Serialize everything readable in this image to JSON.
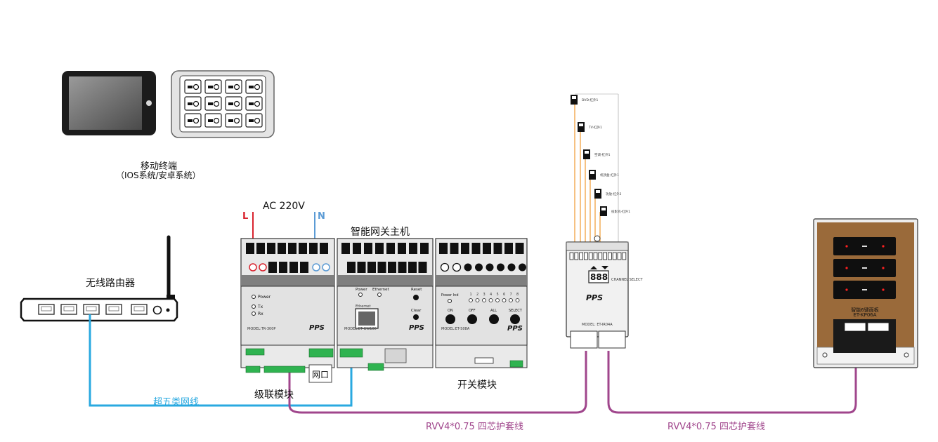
{
  "labels": {
    "mobile_terminal": "移动终端",
    "mobile_os": "（IOS系统/安卓系统）",
    "wireless_router": "无线路由器",
    "ac_voltage": "AC 220V",
    "live": "L",
    "neutral": "N",
    "gateway_host": "智能网关主机",
    "cascade_module": "级联模块",
    "switch_module": "开关模块",
    "network_port": "网口",
    "cat5e_cable": "超五类网线",
    "rvv_cable_1": "RVV4*0.75 四芯护套线",
    "rvv_cable_2": "RVV4*0.75 四芯护套线",
    "panel_name": "智能6键面板",
    "panel_model": "ET-KP06A"
  },
  "brand": "PPS",
  "modules": {
    "power": {
      "led_labels": [
        "Power",
        "Tx",
        "Rx"
      ],
      "model": "MODEL:TR-300P"
    },
    "gateway": {
      "status_labels": [
        "Power",
        "Ethernet",
        "Reset",
        "Clear"
      ],
      "port_label": "Ethernet",
      "model": "MODEL:ET-GW100"
    },
    "switch": {
      "labels": [
        "Power Ind",
        "ON",
        "OFF",
        "ALL",
        "SELECT"
      ],
      "channels": [
        "1",
        "2",
        "3",
        "4",
        "5",
        "6",
        "7",
        "8"
      ],
      "model": "MODEL:ET-S08A"
    },
    "ir": {
      "model": "MODEL: ET-IR04A",
      "channel_select": "CHANNEL SELECT"
    }
  },
  "ir_emitters": [
    "DVD-红外1",
    "TV-红外1",
    "空调-红外1",
    "机顶盒-红外1",
    "功放-红外2",
    "投影机-红外1"
  ],
  "colors": {
    "live": "#d9232e",
    "neutral": "#5b9bd5",
    "cat5e": "#29a9e0",
    "rvv": "#a0468c",
    "ir_wire": "#f0a040",
    "panel_wood": "#9a6a3a"
  }
}
